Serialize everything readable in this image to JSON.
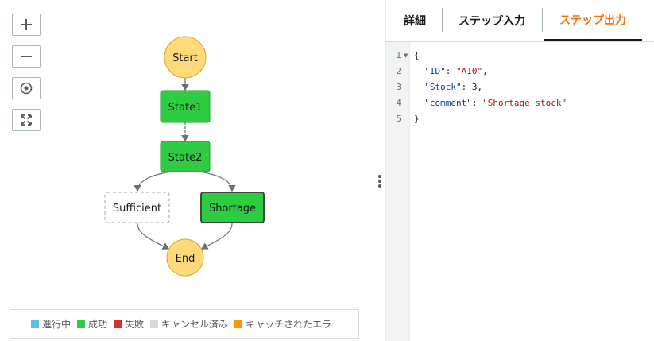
{
  "zoom_controls": {
    "zoom_in": "zoom-in-icon",
    "zoom_out": "zoom-out-icon",
    "center": "center-icon",
    "fit": "fit-screen-icon"
  },
  "graph": {
    "nodes": [
      {
        "id": "start",
        "label": "Start",
        "kind": "terminal"
      },
      {
        "id": "state1",
        "label": "State1",
        "kind": "state",
        "status": "succeeded"
      },
      {
        "id": "state2",
        "label": "State2",
        "kind": "state",
        "status": "succeeded"
      },
      {
        "id": "sufficient",
        "label": "Sufficient",
        "kind": "state",
        "status": "not-run"
      },
      {
        "id": "shortage",
        "label": "Shortage",
        "kind": "state",
        "status": "succeeded",
        "selected": true
      },
      {
        "id": "end",
        "label": "End",
        "kind": "terminal"
      }
    ],
    "colors": {
      "terminal_fill": "#ffd97a",
      "terminal_stroke": "#d4a72c",
      "success_fill": "#2ecc40",
      "success_stroke": "#1d9e2c",
      "edge": "#687078"
    }
  },
  "legend": [
    {
      "label": "進行中",
      "color": "#5bc0de"
    },
    {
      "label": "成功",
      "color": "#2ecc40"
    },
    {
      "label": "失敗",
      "color": "#d9302c"
    },
    {
      "label": "キャンセル済み",
      "color": "#d5dbdb"
    },
    {
      "label": "キャッチされたエラー",
      "color": "#ff9900"
    }
  ],
  "tabs": [
    {
      "label": "詳細",
      "active": false
    },
    {
      "label": "ステップ入力",
      "active": false
    },
    {
      "label": "ステップ出力",
      "active": true
    }
  ],
  "editor": {
    "line_numbers": [
      "1",
      "2",
      "3",
      "4",
      "5"
    ],
    "line1": "{",
    "line2_key": "\"ID\"",
    "line2_val": "\"A10\"",
    "line3_key": "\"Stock\"",
    "line3_val": "3",
    "line4_key": "\"comment\"",
    "line4_val": "\"Shortage stock\"",
    "line5": "}"
  }
}
